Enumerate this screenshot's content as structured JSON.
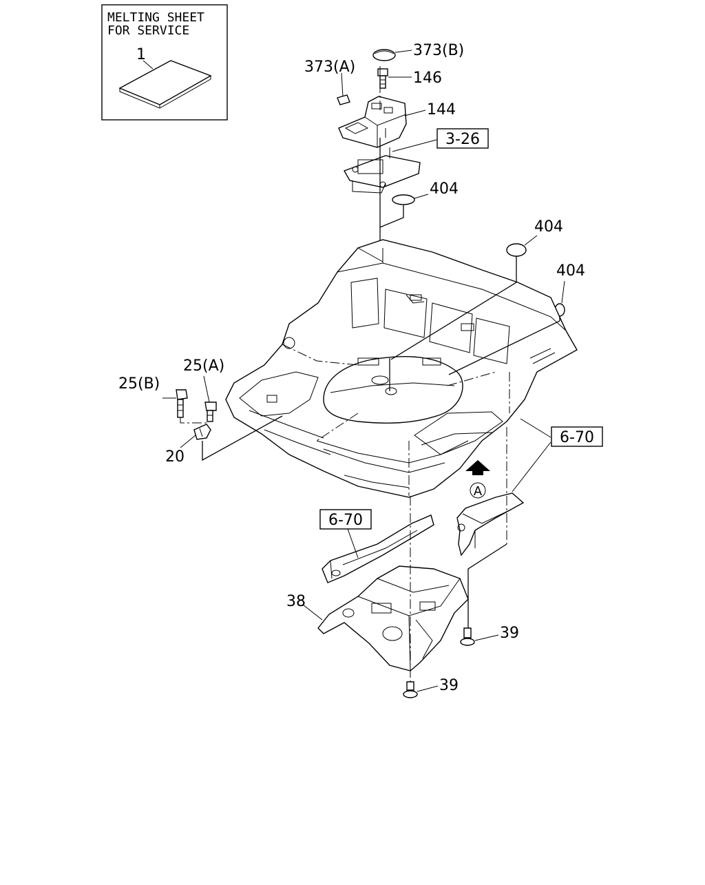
{
  "service_box": {
    "line1": "MELTING SHEET",
    "line2": "FOR SERVICE",
    "part": "1"
  },
  "callouts": {
    "c373b": "373(B)",
    "c373a": "373(A)",
    "c146": "146",
    "c144": "144",
    "c404a": "404",
    "c404b": "404",
    "c404c": "404",
    "c25a": "25(A)",
    "c25b": "25(B)",
    "c20": "20",
    "c38": "38",
    "c39a": "39",
    "c39b": "39"
  },
  "references": {
    "r326": "3-26",
    "r670a": "6-70",
    "r670b": "6-70"
  },
  "view_marker": "A"
}
